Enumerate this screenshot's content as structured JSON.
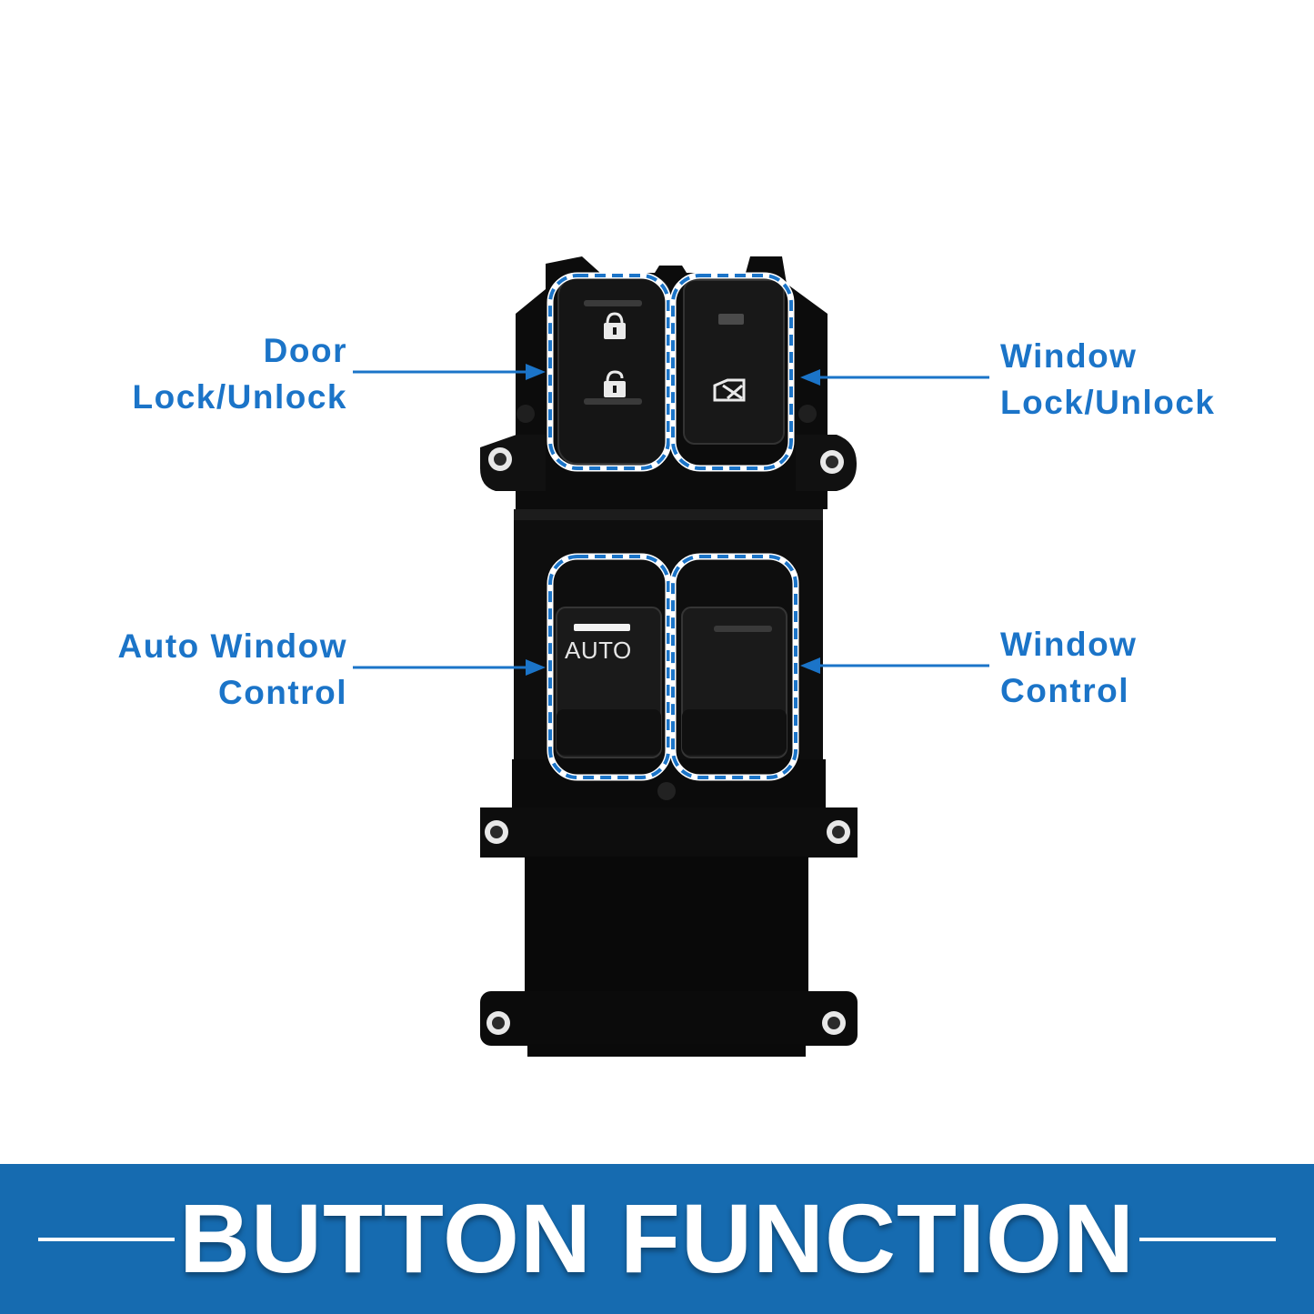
{
  "callouts": {
    "door_lock": {
      "line1": "Door",
      "line2": "Lock/Unlock"
    },
    "auto_window": {
      "line1": "Auto Window",
      "line2": "Control"
    },
    "window_lock": {
      "line1": "Window",
      "line2": "Lock/Unlock"
    },
    "window_control": {
      "line1": "Window",
      "line2": "Control"
    }
  },
  "switch": {
    "auto_label": "AUTO"
  },
  "banner": {
    "title": "BUTTON FUNCTION"
  },
  "colors": {
    "accent": "#1b74c8",
    "banner": "#166bb0",
    "switch_body": "#0a0a0a",
    "highlight_dash": "#1b74c8"
  }
}
